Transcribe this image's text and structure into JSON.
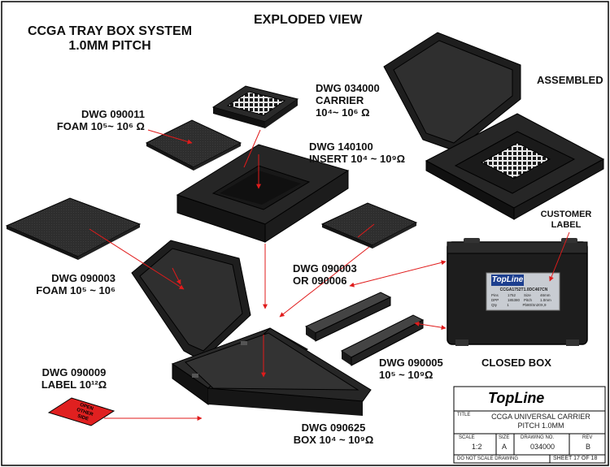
{
  "title": {
    "line1": "CCGA TRAY BOX SYSTEM",
    "line2": "1.0MM PITCH"
  },
  "view_title": "EXPLODED VIEW",
  "parts": {
    "carrier": {
      "dwg": "DWG 034000",
      "name": "CARRIER",
      "rating": "10⁴~ 10⁶ Ω"
    },
    "foam_top": {
      "dwg": "DWG 090011",
      "name": "FOAM",
      "rating": "10⁵~ 10⁶ Ω"
    },
    "insert": {
      "dwg": "DWG 140100",
      "name": "INSERT",
      "rating": "10⁴ ~ 10⁹Ω"
    },
    "foam_large": {
      "dwg": "DWG 090003",
      "name": "FOAM",
      "rating": "10⁵ ~ 10⁶"
    },
    "foam_alt": {
      "dwg": "DWG 090003",
      "alt": "OR 090006"
    },
    "label": {
      "dwg": "DWG 090009",
      "name": "LABEL",
      "rating": "10¹²Ω"
    },
    "spacer": {
      "dwg": "DWG 090005",
      "rating": "10⁵ ~ 10⁹Ω"
    },
    "box": {
      "dwg": "DWG 090625",
      "name": "BOX",
      "rating": "10⁴ ~ 10⁹Ω"
    }
  },
  "assembled_label": "ASSEMBLED",
  "customer_label": {
    "line1": "CUSTOMER",
    "line2": "LABEL"
  },
  "closed_box_label": "CLOSED BOX",
  "brand": "TopLine",
  "box_label": {
    "code": "CCGA1752T1.0DC467CN",
    "rows": [
      [
        "Pins",
        "1752",
        "Size",
        "46mm"
      ],
      [
        "DPP",
        "185380",
        "Pitch",
        "1.0mm"
      ],
      [
        "Qty",
        "1",
        "Pb80/Sn20",
        "X,9"
      ]
    ]
  },
  "red_label": {
    "line1": "OPEN",
    "line2": "OTHER",
    "line3": "SIDE"
  },
  "title_block": {
    "brand": "TopLine",
    "title_header": "TITLE",
    "title_line1": "CCGA UNIVERSAL CARRIER",
    "title_line2": "PITCH 1.0MM",
    "scale_header": "SCALE",
    "scale": "1:2",
    "size_header": "SIZE",
    "size": "A",
    "drawing_header": "DRAWING NO.",
    "drawing_no": "034000",
    "rev_header": "REV",
    "rev": "B",
    "note": "DO NOT SCALE DRAWING",
    "sheet": "SHEET 17 OF 18"
  },
  "colors": {
    "tray_dark": "#1f1f1f",
    "tray_edge": "#3a3a3a",
    "foam": "#2b2b2b",
    "arrow": "#e01b1b",
    "label_red": "#e02020",
    "label_silver": "#c8ccd2",
    "brand_blue": "#1d3f8f"
  }
}
